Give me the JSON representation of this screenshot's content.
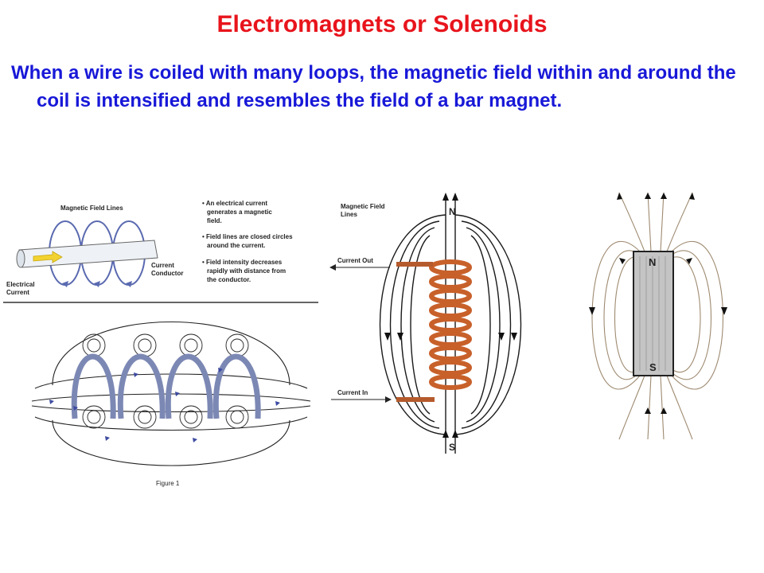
{
  "slide": {
    "title": "Electromagnets or Solenoids",
    "body": "When a wire is coiled with many loops, the magnetic field within and around the coil is intensified and resembles the field of a bar magnet."
  },
  "fig_straight_wire": {
    "label_field_lines": "Magnetic Field Lines",
    "label_current_conductor_1": "Current",
    "label_current_conductor_2": "Conductor",
    "label_electrical_current_1": "Electrical",
    "label_electrical_current_2": "Current",
    "bullets": [
      [
        "• An electrical current",
        "generates a magnetic",
        "field."
      ],
      [
        "• Field lines are closed circles",
        "around the current."
      ],
      [
        "• Field intensity decreases",
        "rapidly with distance from",
        "the conductor."
      ]
    ]
  },
  "fig_coil_loops": {
    "caption": "Figure 1"
  },
  "fig_solenoid": {
    "label_field_lines_1": "Magnetic Field",
    "label_field_lines_2": "Lines",
    "label_current_out": "Current Out",
    "label_current_in": "Current In",
    "pole_north": "N",
    "pole_south": "S"
  },
  "fig_bar_magnet": {
    "pole_north": "N",
    "pole_south": "S"
  },
  "colors": {
    "title": "#e8141c",
    "body": "#1818d8",
    "coil": "#c8602a",
    "field_line": "#1a1a1a",
    "loop_blue": "#6878b0"
  }
}
